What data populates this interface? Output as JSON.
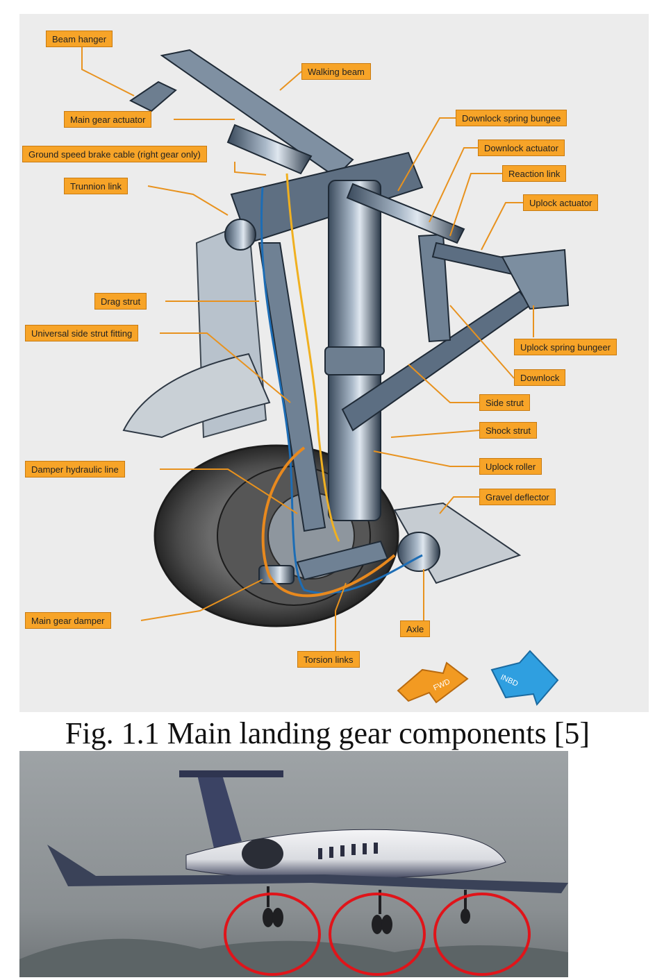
{
  "figure": {
    "labels": {
      "beam_hanger": "Beam hanger",
      "walking_beam": "Walking beam",
      "main_gear_actuator": "Main gear actuator",
      "ground_speed_brake_cable": "Ground speed brake cable (right gear only)",
      "trunnion_link": "Trunnion link",
      "drag_strut": "Drag strut",
      "universal_side_strut_fitting": "Universal side strut fitting",
      "damper_hydraulic_line": "Damper hydraulic line",
      "main_gear_damper": "Main gear damper",
      "torsion_links": "Torsion links",
      "axle": "Axle",
      "downlock_spring_bungee": "Downlock spring bungee",
      "downlock_actuator": "Downlock actuator",
      "reaction_link": "Reaction link",
      "uplock_actuator": "Uplock actuator",
      "uplock_spring_bungee": "Uplock spring bungeer",
      "downlock": "Downlock",
      "side_strut": "Side strut",
      "shock_strut": "Shock strut",
      "uplock_roller": "Uplock roller",
      "gravel_deflector": "Gravel deflector"
    },
    "arrows": {
      "fwd": "FWD",
      "inbd": "INBD"
    },
    "colors": {
      "label_fill": "#f7a428",
      "leader_line": "#e8921e",
      "fwd_arrow": "#f29a22",
      "inbd_arrow": "#2f9fe0",
      "highlight_circle": "#e0141a"
    }
  },
  "caption": "Fig. 1.1 Main landing gear components [5]"
}
